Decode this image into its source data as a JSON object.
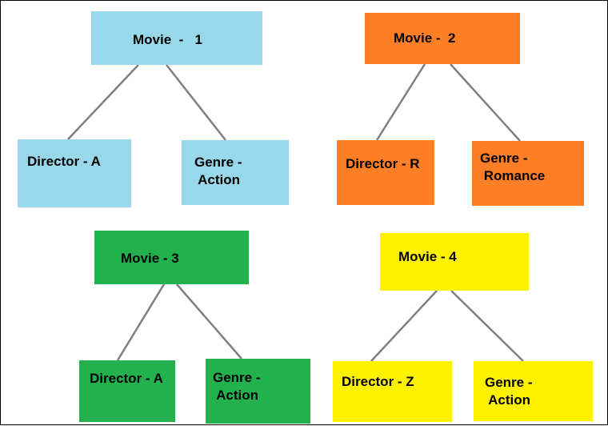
{
  "colors": {
    "light_blue": "#99d8ea",
    "orange": "#ff7f27",
    "green": "#22b14c",
    "yellow": "#fff200",
    "connector": "#7f7f7f"
  },
  "trees": [
    {
      "movie": "Movie  -   1",
      "director": "Director - A",
      "genre": "Genre -\n Action",
      "color": "#99d8ea"
    },
    {
      "movie": "Movie -  2",
      "director": "Director - R",
      "genre": "Genre -\n Romance",
      "color": "#ff7f27"
    },
    {
      "movie": "Movie - 3",
      "director": "Director - A",
      "genre": "Genre -\n Action",
      "color": "#22b14c"
    },
    {
      "movie": "Movie - 4",
      "director": "Director - Z",
      "genre": "Genre -\n Action",
      "color": "#fff200"
    }
  ]
}
